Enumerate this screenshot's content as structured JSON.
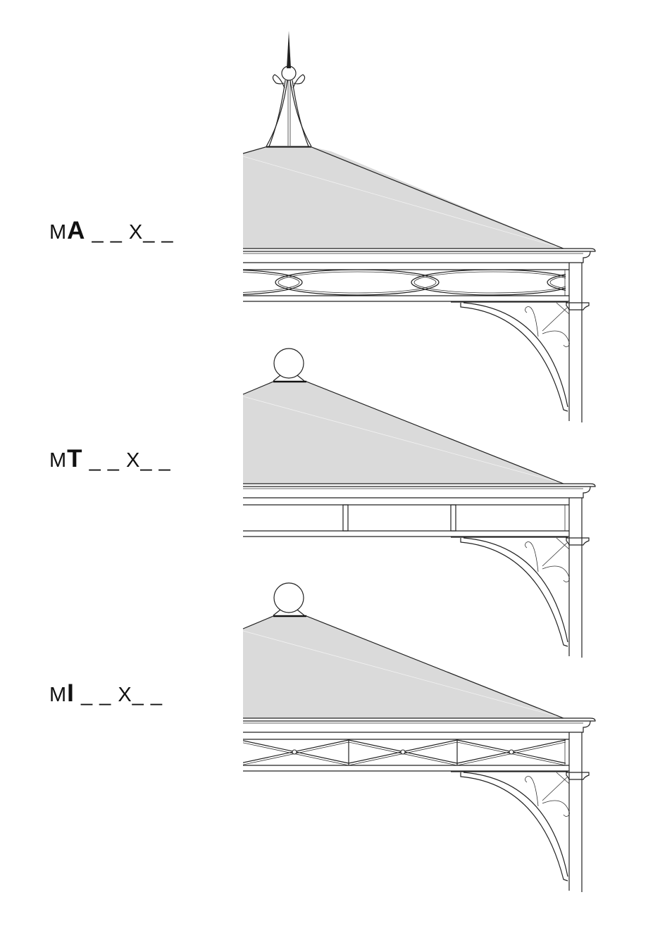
{
  "variants": [
    {
      "prefix": "M",
      "code": "A",
      "suffix": "_ _ X_ _",
      "finial": "spire",
      "frieze": "arched-lattice"
    },
    {
      "prefix": "M",
      "code": "T",
      "suffix": "_ _ X_ _",
      "finial": "ball",
      "frieze": "plain-panels"
    },
    {
      "prefix": "M",
      "code": "I",
      "suffix": "_ _ X_ _",
      "finial": "ball",
      "frieze": "cross-lattice"
    }
  ],
  "colors": {
    "roof": "#dadada",
    "line": "#222222"
  }
}
